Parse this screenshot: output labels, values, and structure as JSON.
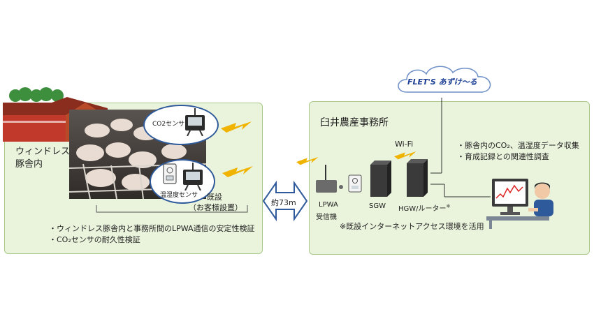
{
  "left_panel": {
    "barn_label_line1": "ウィンドレス",
    "barn_label_line2": "豚舎内",
    "sensor_co2_label": "CO2センサ",
    "sensor_humidity_label": "温湿度センサ",
    "existing_label_line1": "既設",
    "existing_label_line2": "（お客様設置）",
    "bullets": [
      "・ウィンドレス豚舎内と事務所間のLPWA通信の安定性検証",
      "・CO₂センサの耐久性検証"
    ]
  },
  "distance_label": "約73m",
  "right_panel": {
    "title": "臼井農産事務所",
    "wifi_label": "Wi-Fi",
    "cloud_label": "FLET'S あずけ～る",
    "devices": {
      "lpwa_line1": "LPWA",
      "lpwa_line2": "受信機",
      "sgw": "SGW",
      "hgw": "HGW/ルーター",
      "hgw_mark": "※"
    },
    "note": "※既設インターネットアクセス環境を活用",
    "bullets": [
      "・豚舎内のCO₂、温湿度データ収集",
      "・育成記録との関連性調査"
    ]
  },
  "colors": {
    "panel_fill": "#eaf3dc",
    "panel_border": "#a9c98a",
    "arrow_fill": "#ffffff",
    "arrow_stroke": "#2e5a9b",
    "bolt": "#f0b400",
    "cloud_text": "#1c3f95"
  }
}
